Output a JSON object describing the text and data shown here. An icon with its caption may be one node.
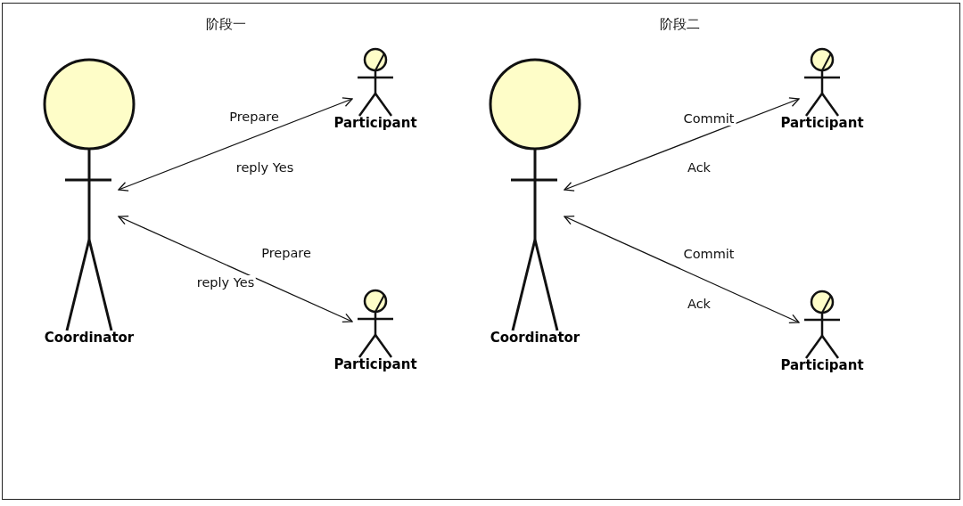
{
  "diagram": {
    "nodes": [
      {
        "text": [
          "Coordinator"
        ]
      },
      {
        "text": [
          "Participant"
        ]
      },
      {
        "text": [
          "Participant"
        ]
      },
      {
        "text": [
          "Coordinator"
        ]
      },
      {
        "text": [
          "Participant"
        ]
      },
      {
        "text": [
          "Participant"
        ]
      }
    ],
    "edges": [
      {
        "from": 0,
        "to": 1,
        "arrow": "both",
        "label": "Prepare"
      },
      {
        "from": 0,
        "to": 2,
        "arrow": "both",
        "label": "Prepare"
      },
      {
        "from": 3,
        "to": 4,
        "arrow": "both",
        "label": "Commit"
      },
      {
        "from": 3,
        "to": 5,
        "arrow": "both",
        "label": "Commit"
      }
    ],
    "labels": [
      "阶段一",
      "阶段二",
      "reply Yes",
      "Ack",
      "reply Yes",
      "Ack"
    ]
  }
}
